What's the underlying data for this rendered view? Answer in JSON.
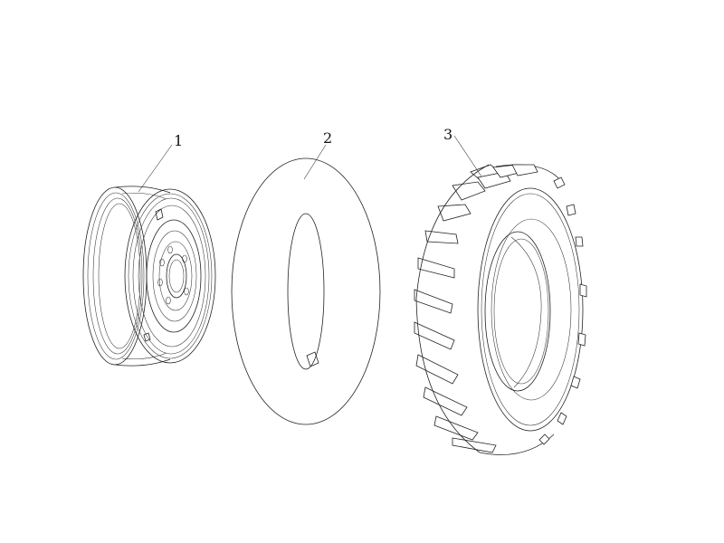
{
  "diagram": {
    "callouts": [
      {
        "id": "rim",
        "label": "1"
      },
      {
        "id": "inner-tube",
        "label": "2"
      },
      {
        "id": "tire",
        "label": "3"
      }
    ],
    "line_color": "#222222",
    "background": "#ffffff"
  }
}
